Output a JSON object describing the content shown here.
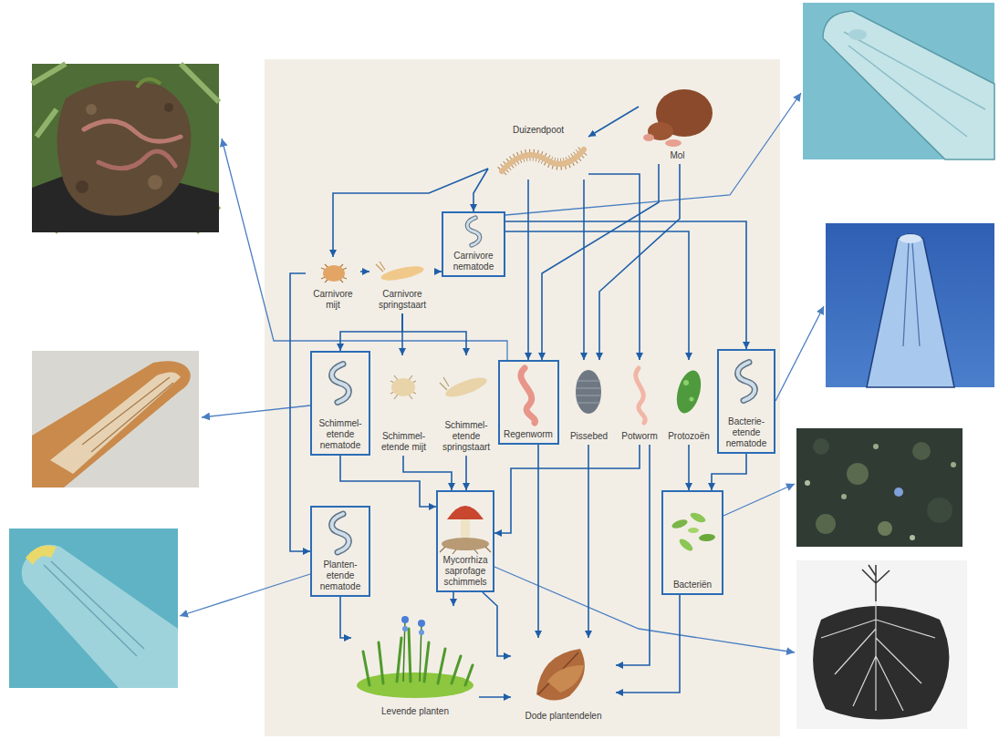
{
  "diagram": {
    "nodes": [
      {
        "text": [
          "Duizendpoot"
        ]
      },
      {
        "text": [
          "Mol"
        ]
      },
      {
        "text": [
          "Carnivore mijt"
        ]
      },
      {
        "text": [
          "Carnivore springstaart"
        ]
      },
      {
        "text": [
          "Carnivore nematode"
        ]
      },
      {
        "text": [
          "Schimmel- etende nematode"
        ]
      },
      {
        "text": [
          "Schimmel- etende mijt"
        ]
      },
      {
        "text": [
          "Schimmel- etende springstaart"
        ]
      },
      {
        "text": [
          "Regenworm"
        ]
      },
      {
        "text": [
          "Pissebed"
        ]
      },
      {
        "text": [
          "Potworm"
        ]
      },
      {
        "text": [
          "Protozoën"
        ]
      },
      {
        "text": [
          "Bacterie- etende nematode"
        ]
      },
      {
        "text": [
          "Planten- etende nematode"
        ]
      },
      {
        "text": [
          "Mycorrhiza saprofage schimmels"
        ]
      },
      {
        "text": [
          "Bacteriën"
        ]
      },
      {
        "text": [
          "Levende planten"
        ]
      },
      {
        "text": [
          "Dode plantendelen"
        ]
      }
    ],
    "edges": [
      {
        "from": 1,
        "to": 0,
        "arrow": "to"
      },
      {
        "from": 0,
        "to": 2,
        "arrow": "to"
      },
      {
        "from": 0,
        "to": 4,
        "arrow": "to"
      },
      {
        "from": 0,
        "to": 8,
        "arrow": "to"
      },
      {
        "from": 0,
        "to": 9,
        "arrow": "to"
      },
      {
        "from": 0,
        "to": 10,
        "arrow": "to"
      },
      {
        "from": 1,
        "to": 8,
        "arrow": "to"
      },
      {
        "from": 1,
        "to": 9,
        "arrow": "to"
      },
      {
        "from": 2,
        "to": 3,
        "arrow": "to"
      },
      {
        "from": 3,
        "to": 4,
        "arrow": "to"
      },
      {
        "from": 4,
        "to": 11,
        "arrow": "to"
      },
      {
        "from": 4,
        "to": 12,
        "arrow": "to"
      },
      {
        "from": 3,
        "to": 5,
        "arrow": "to"
      },
      {
        "from": 3,
        "to": 6,
        "arrow": "to"
      },
      {
        "from": 3,
        "to": 7,
        "arrow": "to"
      },
      {
        "from": 2,
        "to": 13,
        "arrow": "to"
      },
      {
        "from": 5,
        "to": 14,
        "arrow": "to"
      },
      {
        "from": 6,
        "to": 14,
        "arrow": "to"
      },
      {
        "from": 7,
        "to": 14,
        "arrow": "to"
      },
      {
        "from": 10,
        "to": 14,
        "arrow": "to"
      },
      {
        "from": 11,
        "to": 15,
        "arrow": "to"
      },
      {
        "from": 12,
        "to": 15,
        "arrow": "to"
      },
      {
        "from": 13,
        "to": 16,
        "arrow": "to"
      },
      {
        "from": 14,
        "to": 16,
        "arrow": "to"
      },
      {
        "from": 8,
        "to": 17,
        "arrow": "to"
      },
      {
        "from": 9,
        "to": 17,
        "arrow": "to"
      },
      {
        "from": 10,
        "to": 17,
        "arrow": "to"
      },
      {
        "from": 15,
        "to": 17,
        "arrow": "to"
      },
      {
        "from": 14,
        "to": 17,
        "arrow": "to"
      },
      {
        "from": 16,
        "to": 17,
        "arrow": "to"
      }
    ]
  }
}
